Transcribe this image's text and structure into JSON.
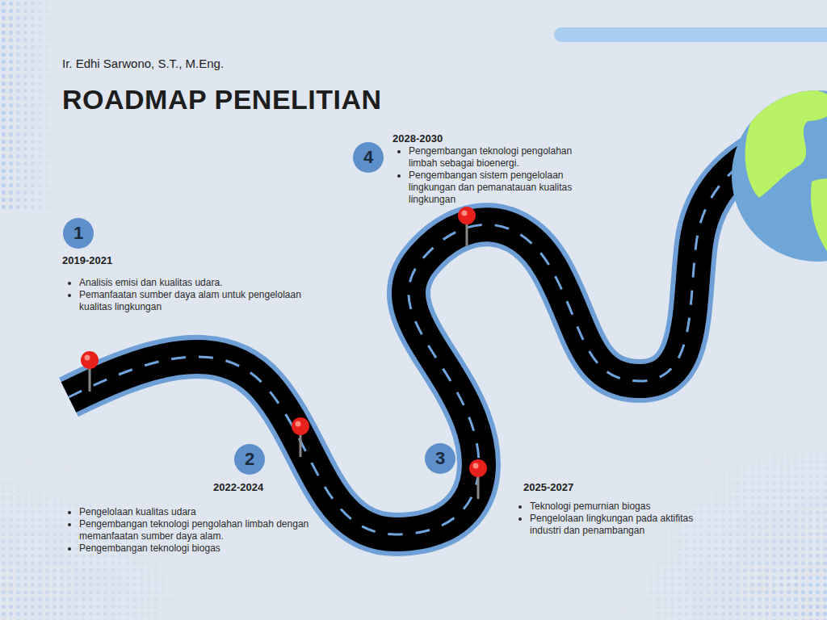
{
  "diagram": {
    "title": "ROADMAP PENELITIAN",
    "nodes": [
      {
        "text": [
          "1",
          "2019-2021",
          "Analisis emisi dan kualitas udara.",
          "Pemanfaatan sumber daya alam untuk pengelolaan kualitas lingkungan"
        ]
      },
      {
        "text": [
          "2",
          "2022-2024",
          "Pengelolaan kualitas udara",
          "Pengembangan teknologi pengolahan limbah dengan memanfaatan sumber daya alam.",
          "Pengembangan teknologi biogas"
        ]
      },
      {
        "text": [
          "3",
          "2025-2027",
          "Teknologi pemurnian biogas",
          "Pengelolaan lingkungan pada aktifitas industri dan penambangan"
        ]
      },
      {
        "text": [
          "4",
          "2028-2030",
          "Pengembangan teknologi pengolahan limbah sebagai bioenergi.",
          "Pengembangan sistem pengelolaan lingkungan dan pemanatauan kualitas lingkungan"
        ]
      }
    ],
    "labels": [
      "Ir. Edhi Sarwono, S.T., M.Eng."
    ]
  }
}
